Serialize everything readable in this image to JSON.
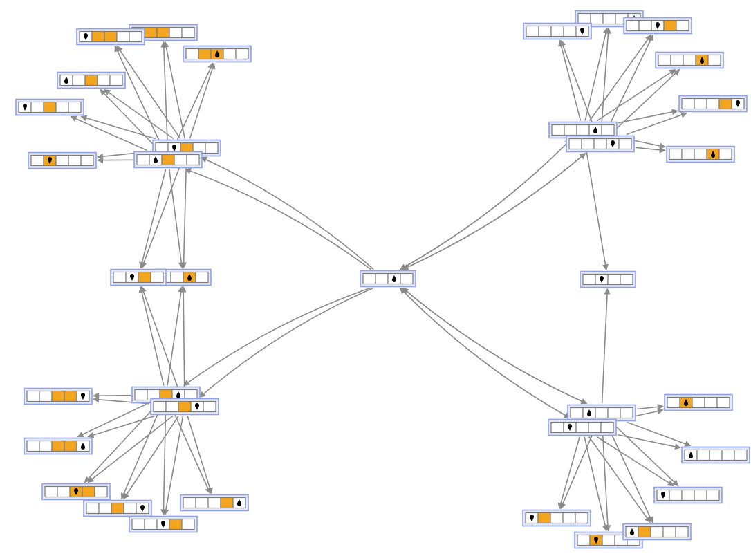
{
  "diagram": {
    "type": "turing-machine-state-graph",
    "colors": {
      "edge": "#8a8a8a",
      "node_fill": "#e4e8f7",
      "node_border": "#8fa1e8",
      "cell_on": "#f4a51f",
      "cell_off": "#ffffff",
      "cell_border": "#7a7a7a",
      "head": "#000000"
    },
    "nodes": [
      {
        "id": "root",
        "cells": [
          0,
          0,
          0,
          0
        ],
        "head": 2,
        "state": "up"
      },
      {
        "id": "tl-main-a",
        "cells": [
          0,
          0,
          1,
          0,
          0
        ],
        "head": 1,
        "state": "down"
      },
      {
        "id": "tl-main-b",
        "cells": [
          0,
          0,
          1,
          0,
          0
        ],
        "head": 1,
        "state": "up"
      },
      {
        "id": "tl-1",
        "cells": [
          0,
          1,
          1,
          0,
          0
        ],
        "head": 2,
        "state": "up"
      },
      {
        "id": "tl-2",
        "cells": [
          0,
          1,
          1,
          0,
          0
        ],
        "head": 0,
        "state": "up"
      },
      {
        "id": "tl-3",
        "cells": [
          0,
          1,
          1,
          0,
          0
        ],
        "head": 0,
        "state": "down"
      },
      {
        "id": "tl-4",
        "cells": [
          0,
          0,
          1,
          0,
          0
        ],
        "head": 0,
        "state": "up"
      },
      {
        "id": "tl-5",
        "cells": [
          0,
          0,
          1,
          0,
          0
        ],
        "head": 0,
        "state": "down"
      },
      {
        "id": "tl-6",
        "cells": [
          0,
          1,
          0,
          0,
          0
        ],
        "head": 1,
        "state": "down"
      },
      {
        "id": "ml-a",
        "cells": [
          0,
          0,
          1,
          0
        ],
        "head": 2,
        "state": "up"
      },
      {
        "id": "ml-b",
        "cells": [
          0,
          0,
          1,
          0
        ],
        "head": 1,
        "state": "down"
      },
      {
        "id": "bl-main-a",
        "cells": [
          0,
          0,
          1,
          0,
          0
        ],
        "head": 3,
        "state": "up"
      },
      {
        "id": "bl-main-b",
        "cells": [
          0,
          0,
          1,
          0,
          0
        ],
        "head": 3,
        "state": "down"
      },
      {
        "id": "bl-1",
        "cells": [
          0,
          0,
          1,
          1,
          0
        ],
        "head": 4,
        "state": "down"
      },
      {
        "id": "bl-2",
        "cells": [
          0,
          0,
          1,
          1,
          0
        ],
        "head": 4,
        "state": "up"
      },
      {
        "id": "bl-3",
        "cells": [
          0,
          0,
          1,
          1,
          0
        ],
        "head": 2,
        "state": "down"
      },
      {
        "id": "bl-4",
        "cells": [
          0,
          0,
          1,
          0,
          0
        ],
        "head": 4,
        "state": "down"
      },
      {
        "id": "bl-5",
        "cells": [
          0,
          0,
          0,
          1,
          0
        ],
        "head": 4,
        "state": "up"
      },
      {
        "id": "bl-6",
        "cells": [
          0,
          0,
          0,
          1,
          0
        ],
        "head": 2,
        "state": "down"
      },
      {
        "id": "tr-main-a",
        "cells": [
          0,
          0,
          0,
          0,
          0
        ],
        "head": 3,
        "state": "up"
      },
      {
        "id": "tr-main-b",
        "cells": [
          0,
          0,
          0,
          0,
          0
        ],
        "head": 3,
        "state": "down"
      },
      {
        "id": "tr-1",
        "cells": [
          0,
          0,
          0,
          0,
          0
        ],
        "head": 4,
        "state": "up"
      },
      {
        "id": "tr-2",
        "cells": [
          0,
          0,
          0,
          0,
          0
        ],
        "head": 4,
        "state": "down"
      },
      {
        "id": "tr-3",
        "cells": [
          0,
          0,
          0,
          1,
          0
        ],
        "head": 2,
        "state": "down"
      },
      {
        "id": "tr-4",
        "cells": [
          0,
          0,
          0,
          1,
          0
        ],
        "head": 3,
        "state": "up"
      },
      {
        "id": "tr-5",
        "cells": [
          0,
          0,
          0,
          1,
          0
        ],
        "head": 4,
        "state": "down"
      },
      {
        "id": "tr-6",
        "cells": [
          0,
          0,
          0,
          1,
          0
        ],
        "head": 3,
        "state": "up"
      },
      {
        "id": "mr",
        "cells": [
          0,
          0,
          0,
          0
        ],
        "head": 1,
        "state": "down"
      },
      {
        "id": "br-main-a",
        "cells": [
          0,
          0,
          0,
          0,
          0
        ],
        "head": 1,
        "state": "up"
      },
      {
        "id": "br-main-b",
        "cells": [
          0,
          0,
          0,
          0,
          0
        ],
        "head": 1,
        "state": "down"
      },
      {
        "id": "br-1",
        "cells": [
          0,
          1,
          0,
          0,
          0
        ],
        "head": 1,
        "state": "up"
      },
      {
        "id": "br-2",
        "cells": [
          0,
          0,
          0,
          0,
          0
        ],
        "head": 0,
        "state": "up"
      },
      {
        "id": "br-3",
        "cells": [
          0,
          0,
          0,
          0,
          0
        ],
        "head": 0,
        "state": "down"
      },
      {
        "id": "br-4",
        "cells": [
          0,
          1,
          0,
          0,
          0
        ],
        "head": 0,
        "state": "down"
      },
      {
        "id": "br-5",
        "cells": [
          0,
          1,
          0,
          0,
          0
        ],
        "head": 1,
        "state": "down"
      },
      {
        "id": "br-6",
        "cells": [
          0,
          1,
          0,
          0,
          0
        ],
        "head": 0,
        "state": "up"
      }
    ],
    "edges": [
      [
        "root",
        "tl-main-a"
      ],
      [
        "root",
        "tl-main-b"
      ],
      [
        "root",
        "bl-main-a"
      ],
      [
        "root",
        "bl-main-b"
      ],
      [
        "root",
        "tr-main-a"
      ],
      [
        "root",
        "tr-main-b"
      ],
      [
        "root",
        "br-main-a"
      ],
      [
        "root",
        "br-main-b"
      ],
      [
        "tr-main-a",
        "root"
      ],
      [
        "tr-main-b",
        "root"
      ],
      [
        "br-main-a",
        "root"
      ],
      [
        "br-main-b",
        "root"
      ],
      [
        "tl-main-a",
        "tl-1"
      ],
      [
        "tl-main-a",
        "tl-2"
      ],
      [
        "tl-main-a",
        "tl-3"
      ],
      [
        "tl-main-a",
        "tl-4"
      ],
      [
        "tl-main-a",
        "tl-5"
      ],
      [
        "tl-main-a",
        "tl-6"
      ],
      [
        "tl-main-b",
        "tl-1"
      ],
      [
        "tl-main-b",
        "tl-2"
      ],
      [
        "tl-main-b",
        "tl-3"
      ],
      [
        "tl-main-b",
        "tl-4"
      ],
      [
        "tl-main-b",
        "tl-5"
      ],
      [
        "tl-main-b",
        "tl-6"
      ],
      [
        "tl-main-a",
        "ml-a"
      ],
      [
        "tl-main-a",
        "ml-b"
      ],
      [
        "tl-main-b",
        "ml-a"
      ],
      [
        "tl-main-b",
        "ml-b"
      ],
      [
        "bl-main-a",
        "bl-1"
      ],
      [
        "bl-main-a",
        "bl-2"
      ],
      [
        "bl-main-a",
        "bl-3"
      ],
      [
        "bl-main-a",
        "bl-4"
      ],
      [
        "bl-main-a",
        "bl-5"
      ],
      [
        "bl-main-a",
        "bl-6"
      ],
      [
        "bl-main-b",
        "bl-1"
      ],
      [
        "bl-main-b",
        "bl-2"
      ],
      [
        "bl-main-b",
        "bl-3"
      ],
      [
        "bl-main-b",
        "bl-4"
      ],
      [
        "bl-main-b",
        "bl-5"
      ],
      [
        "bl-main-b",
        "bl-6"
      ],
      [
        "bl-main-a",
        "ml-a"
      ],
      [
        "bl-main-a",
        "ml-b"
      ],
      [
        "bl-main-b",
        "ml-a"
      ],
      [
        "bl-main-b",
        "ml-b"
      ],
      [
        "tr-main-a",
        "tr-1"
      ],
      [
        "tr-main-a",
        "tr-2"
      ],
      [
        "tr-main-a",
        "tr-3"
      ],
      [
        "tr-main-a",
        "tr-4"
      ],
      [
        "tr-main-a",
        "tr-5"
      ],
      [
        "tr-main-a",
        "tr-6"
      ],
      [
        "tr-main-b",
        "tr-1"
      ],
      [
        "tr-main-b",
        "tr-2"
      ],
      [
        "tr-main-b",
        "tr-3"
      ],
      [
        "tr-main-b",
        "tr-4"
      ],
      [
        "tr-main-b",
        "tr-5"
      ],
      [
        "tr-main-b",
        "tr-6"
      ],
      [
        "tr-main-a",
        "mr"
      ],
      [
        "br-main-a",
        "mr"
      ],
      [
        "br-main-a",
        "br-1"
      ],
      [
        "br-main-a",
        "br-2"
      ],
      [
        "br-main-a",
        "br-3"
      ],
      [
        "br-main-a",
        "br-4"
      ],
      [
        "br-main-a",
        "br-5"
      ],
      [
        "br-main-a",
        "br-6"
      ],
      [
        "br-main-b",
        "br-1"
      ],
      [
        "br-main-b",
        "br-2"
      ],
      [
        "br-main-b",
        "br-3"
      ],
      [
        "br-main-b",
        "br-4"
      ],
      [
        "br-main-b",
        "br-5"
      ],
      [
        "br-main-b",
        "br-6"
      ]
    ]
  }
}
